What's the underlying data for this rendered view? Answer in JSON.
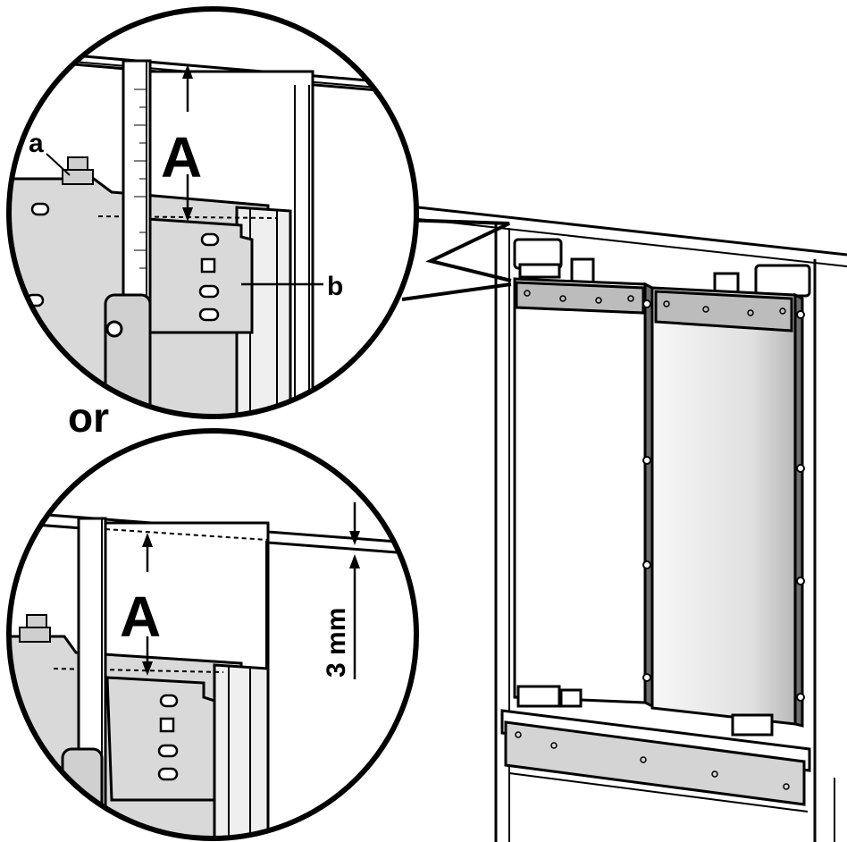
{
  "labels": {
    "dim_top": "A",
    "dim_bottom": "A",
    "part_a": "a",
    "part_b": "b",
    "separator": "or",
    "gap": "3 mm"
  },
  "colors": {
    "line": "#000000",
    "panel": "#d9d9d9",
    "panel_dark": "#a6a6a6",
    "paper": "#ffffff"
  }
}
